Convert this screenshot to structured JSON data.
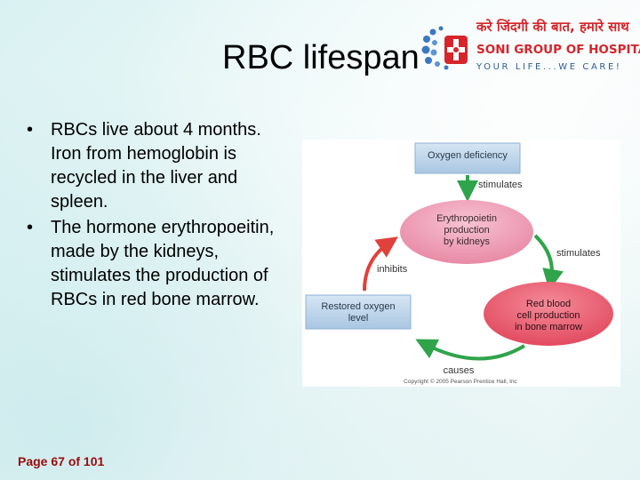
{
  "slide": {
    "title": "RBC lifespan",
    "bullets": [
      "RBCs live about 4 months. Iron from hemoglobin is recycled in the liver and spleen.",
      "The hormone erythropoeitin, made by the kidneys, stimulates the production of RBCs in red bone marrow."
    ],
    "footer": "Page 67 of 101"
  },
  "logo": {
    "hindi_line": "करे जिंदगी की बात, हमारे साथ",
    "name": "SONI GROUP OF HOSPITALS",
    "tagline": "YOUR LIFE...WE CARE!"
  },
  "diagram": {
    "box_oxygen_deficiency": "Oxygen deficiency",
    "label_stimulates_1": "stimulates",
    "ellipse_epo_line1": "Erythropoietin",
    "ellipse_epo_line2": "production",
    "ellipse_epo_line3": "by kidneys",
    "label_stimulates_2": "stimulates",
    "label_inhibits": "inhibits",
    "box_restored_line1": "Restored oxygen",
    "box_restored_line2": "level",
    "ellipse_rbc_line1": "Red blood",
    "ellipse_rbc_line2": "cell production",
    "ellipse_rbc_line3": "in bone marrow",
    "label_causes": "causes",
    "copyright": "Copyright © 2005 Pearson Prentice Hall, Inc"
  },
  "colors": {
    "title_text": "#000000",
    "footer_text": "#9b0a0a",
    "logo_red": "#d6262b",
    "logo_blue": "#2e5b98",
    "arrow_green": "#2fa44a",
    "arrow_red": "#e0413a",
    "ellipse_pink": "#ee9fb6",
    "ellipse_red": "#ea5a6e",
    "box_blue": "#bcd4ea"
  }
}
